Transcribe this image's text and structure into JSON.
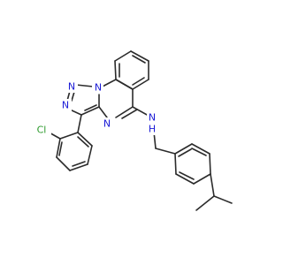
{
  "atoms": {
    "n1": "N",
    "n2": "N",
    "n3": "N",
    "n4": "N",
    "nh": "N",
    "h": "H",
    "cl": "Cl"
  },
  "colors": {
    "nitrogen": "#1a1ad6",
    "chlorine": "#2c9a2c",
    "carbon": "#2b2b2b"
  }
}
